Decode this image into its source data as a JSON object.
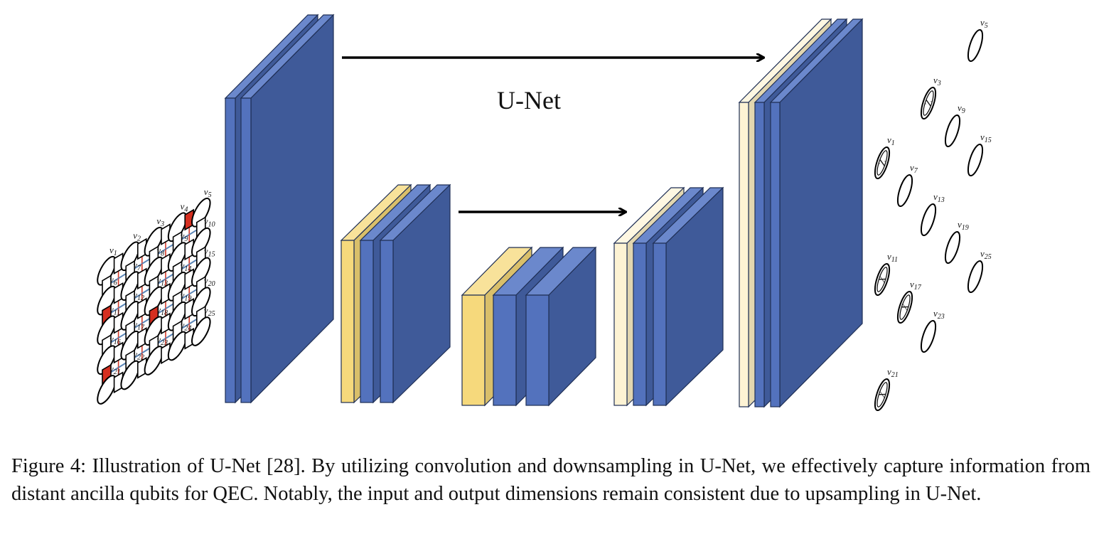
{
  "diagram": {
    "title": "U-Net",
    "input_grid": {
      "qubit_labels": [
        "v1",
        "v2",
        "v3",
        "v4",
        "v5",
        "v6",
        "v7",
        "v8",
        "v9",
        "v10",
        "v11",
        "v12",
        "v13",
        "v14",
        "v15",
        "v16",
        "v17",
        "v18",
        "v19",
        "v20",
        "v21",
        "v22",
        "v23",
        "v24",
        "v25"
      ],
      "red_square_labels": [
        "v4",
        "v6",
        "v16",
        "v17"
      ],
      "edge_colors": {
        "red": "#d43a2a",
        "blue": "#5b86b8",
        "red_square": "#d62f20"
      }
    },
    "output_nodes": [
      {
        "label": "v5",
        "operator": ""
      },
      {
        "label": "v3",
        "operator": "Z"
      },
      {
        "label": "v9",
        "operator": ""
      },
      {
        "label": "v15",
        "operator": ""
      },
      {
        "label": "v1",
        "operator": "Z"
      },
      {
        "label": "v7",
        "operator": ""
      },
      {
        "label": "v13",
        "operator": ""
      },
      {
        "label": "v19",
        "operator": ""
      },
      {
        "label": "v25",
        "operator": ""
      },
      {
        "label": "v11",
        "operator": "X"
      },
      {
        "label": "v17",
        "operator": "X"
      },
      {
        "label": "v23",
        "operator": ""
      },
      {
        "label": "v21",
        "operator": "X"
      }
    ],
    "colors": {
      "blue_front": "#5372bd",
      "blue_top": "#6b88cc",
      "blue_side": "#3f5a99",
      "yellow_front": "#f6d97c",
      "yellow_top": "#f8e29a",
      "yellow_side": "#d9bf6a",
      "cream_front": "#fdf3d4",
      "cream_top": "#fef7e2",
      "cream_side": "#e2d6b0"
    }
  },
  "caption": {
    "text": "Figure 4: Illustration of U-Net [28]. By utilizing convolution and downsampling in U-Net, we effectively capture information from distant ancilla qubits for QEC. Notably, the input and output dimensions remain consistent due to upsampling in U-Net."
  }
}
